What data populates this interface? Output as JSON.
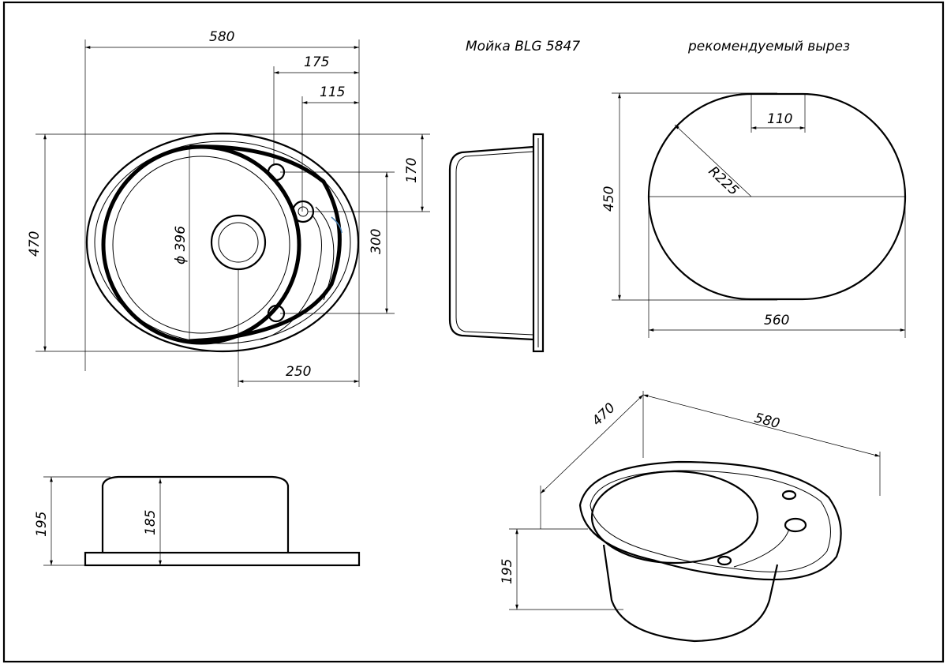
{
  "title": "Мойка BLG 5847",
  "cutout_title": "рекомендуемый вырез",
  "top_view": {
    "width": "580",
    "dim_175": "175",
    "dim_115": "115",
    "dim_170": "170",
    "height": "470",
    "dim_300": "300",
    "diameter": "ϕ 396",
    "dim_250": "250"
  },
  "cutout": {
    "dim_110": "110",
    "radius": "R225",
    "height": "450",
    "width": "560"
  },
  "front_view": {
    "total_height": "195",
    "bowl_depth": "185"
  },
  "iso_view": {
    "depth": "470",
    "width": "580",
    "height": "195"
  }
}
